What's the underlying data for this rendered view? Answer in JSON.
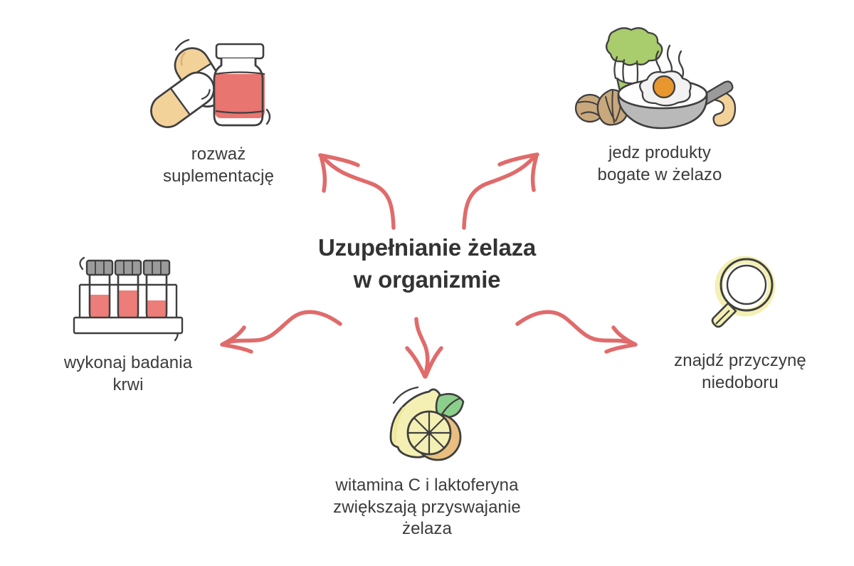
{
  "title": {
    "line1": "Uzupełnianie żelaza",
    "line2": "w organizmie",
    "text": "Uzupełnianie żelaza\nw organizmie",
    "color": "#333333"
  },
  "theme": {
    "background": "#ffffff",
    "arrow_color": "#e06b6b",
    "text_color": "#3b3b3b",
    "outline_color": "#3f3f3f",
    "accent_red": "#e8756f",
    "accent_tan": "#f3d29a",
    "accent_green": "#a9cc6c",
    "accent_yellow": "#f4f0b4",
    "accent_gray": "#9b9b9b",
    "accent_brown": "#c9a87c",
    "accent_orange": "#e8962e"
  },
  "nodes": [
    {
      "id": "supplement",
      "icon": "pill-bottle-icon",
      "label": "rozważ\nsuplementację",
      "position": "top-left"
    },
    {
      "id": "ironfood",
      "icon": "frying-pan-egg-icon",
      "label": "jedz produkty\nbogate w żelazo",
      "position": "top-right"
    },
    {
      "id": "bloodtest",
      "icon": "blood-test-tubes-icon",
      "label": "wykonaj badania\nkrwi",
      "position": "left"
    },
    {
      "id": "cause",
      "icon": "magnifying-glass-icon",
      "label": "znajdź przyczynę\nniedoboru",
      "position": "right"
    },
    {
      "id": "vitaminc",
      "icon": "lemon-icon",
      "label": "witamina C i laktoferyna\nzwiększają przyswajanie\nżelaza",
      "position": "bottom"
    }
  ],
  "arrows": [
    {
      "id": "arrow-to-supplement",
      "direction": "up-left",
      "style": "curved-s"
    },
    {
      "id": "arrow-to-ironfood",
      "direction": "up-right",
      "style": "curved-s"
    },
    {
      "id": "arrow-to-bloodtest",
      "direction": "down-left",
      "style": "wave"
    },
    {
      "id": "arrow-to-cause",
      "direction": "down-right",
      "style": "wave"
    },
    {
      "id": "arrow-to-vitaminc",
      "direction": "down",
      "style": "wavy-vertical"
    }
  ]
}
